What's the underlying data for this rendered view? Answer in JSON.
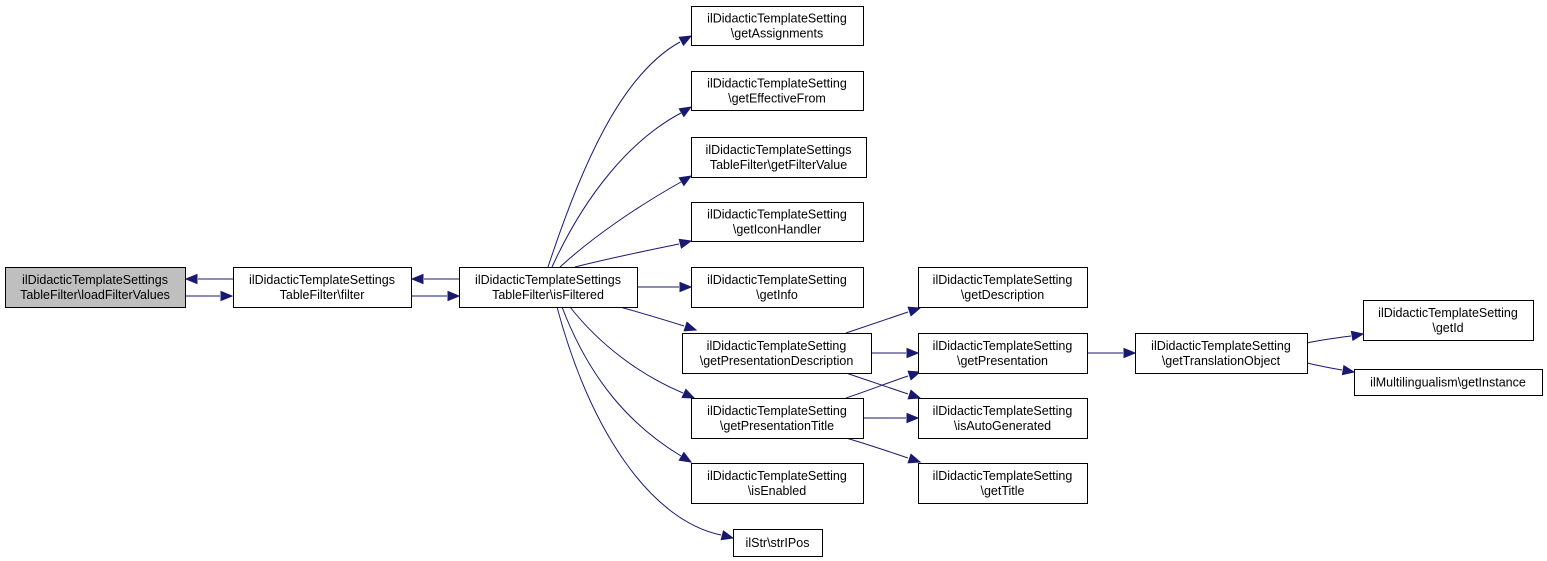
{
  "graph": {
    "nodes": [
      {
        "id": "loadFilterValues",
        "lines": [
          "ilDidacticTemplateSettings",
          "TableFilter\\loadFilterValues"
        ],
        "active": true
      },
      {
        "id": "filter",
        "lines": [
          "ilDidacticTemplateSettings",
          "TableFilter\\filter"
        ]
      },
      {
        "id": "isFiltered",
        "lines": [
          "ilDidacticTemplateSettings",
          "TableFilter\\isFiltered"
        ]
      },
      {
        "id": "getAssignments",
        "lines": [
          "ilDidacticTemplateSetting",
          "\\getAssignments"
        ]
      },
      {
        "id": "getEffectiveFrom",
        "lines": [
          "ilDidacticTemplateSetting",
          "\\getEffectiveFrom"
        ]
      },
      {
        "id": "getFilterValue",
        "lines": [
          "ilDidacticTemplateSettings",
          "TableFilter\\getFilterValue"
        ]
      },
      {
        "id": "getIconHandler",
        "lines": [
          "ilDidacticTemplateSetting",
          "\\getIconHandler"
        ]
      },
      {
        "id": "getInfo",
        "lines": [
          "ilDidacticTemplateSetting",
          "\\getInfo"
        ]
      },
      {
        "id": "getPresentationDescription",
        "lines": [
          "ilDidacticTemplateSetting",
          "\\getPresentationDescription"
        ]
      },
      {
        "id": "getPresentationTitle",
        "lines": [
          "ilDidacticTemplateSetting",
          "\\getPresentationTitle"
        ]
      },
      {
        "id": "isEnabled",
        "lines": [
          "ilDidacticTemplateSetting",
          "\\isEnabled"
        ]
      },
      {
        "id": "strIPos",
        "lines": [
          "ilStr\\strIPos"
        ]
      },
      {
        "id": "getDescription",
        "lines": [
          "ilDidacticTemplateSetting",
          "\\getDescription"
        ]
      },
      {
        "id": "getPresentation",
        "lines": [
          "ilDidacticTemplateSetting",
          "\\getPresentation"
        ]
      },
      {
        "id": "isAutoGenerated",
        "lines": [
          "ilDidacticTemplateSetting",
          "\\isAutoGenerated"
        ]
      },
      {
        "id": "getTitle",
        "lines": [
          "ilDidacticTemplateSetting",
          "\\getTitle"
        ]
      },
      {
        "id": "getTranslationObject",
        "lines": [
          "ilDidacticTemplateSetting",
          "\\getTranslationObject"
        ]
      },
      {
        "id": "getId",
        "lines": [
          "ilDidacticTemplateSetting",
          "\\getId"
        ]
      },
      {
        "id": "getInstance",
        "lines": [
          "ilMultilingualism\\getInstance"
        ]
      }
    ],
    "edges": [
      [
        "loadFilterValues",
        "filter"
      ],
      [
        "filter",
        "loadFilterValues"
      ],
      [
        "filter",
        "isFiltered"
      ],
      [
        "isFiltered",
        "filter"
      ],
      [
        "isFiltered",
        "getAssignments"
      ],
      [
        "isFiltered",
        "getEffectiveFrom"
      ],
      [
        "isFiltered",
        "getFilterValue"
      ],
      [
        "isFiltered",
        "getIconHandler"
      ],
      [
        "isFiltered",
        "getInfo"
      ],
      [
        "isFiltered",
        "getPresentationDescription"
      ],
      [
        "isFiltered",
        "getPresentationTitle"
      ],
      [
        "isFiltered",
        "isEnabled"
      ],
      [
        "isFiltered",
        "strIPos"
      ],
      [
        "getPresentationDescription",
        "getDescription"
      ],
      [
        "getPresentationDescription",
        "getPresentation"
      ],
      [
        "getPresentationDescription",
        "isAutoGenerated"
      ],
      [
        "getPresentationTitle",
        "getPresentation"
      ],
      [
        "getPresentationTitle",
        "isAutoGenerated"
      ],
      [
        "getPresentationTitle",
        "getTitle"
      ],
      [
        "getPresentation",
        "getTranslationObject"
      ],
      [
        "getTranslationObject",
        "getId"
      ],
      [
        "getTranslationObject",
        "getInstance"
      ]
    ]
  },
  "colors": {
    "edge": "#191970",
    "active_fill": "#bfbfbf",
    "node_fill": "#ffffff",
    "border": "#000000"
  }
}
